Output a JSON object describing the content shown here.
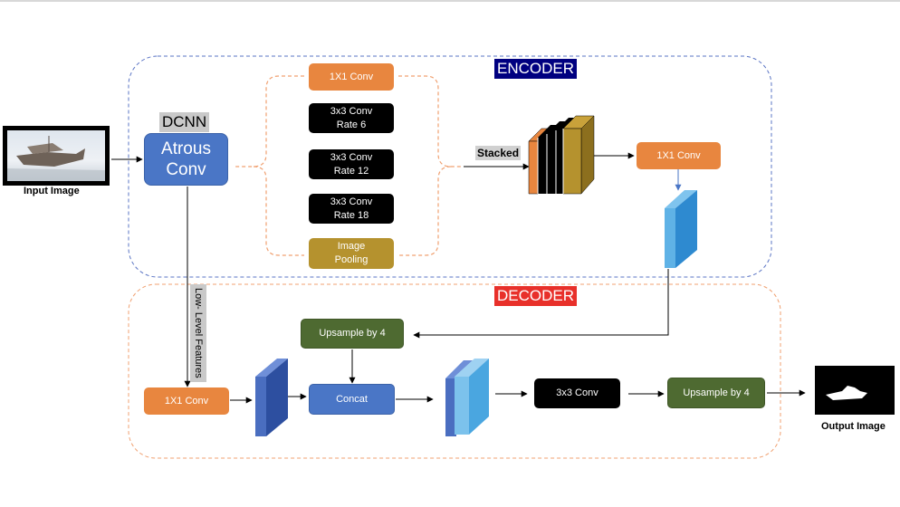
{
  "encoder": {
    "title": "ENCODER",
    "title_bg": "#000080",
    "dcnn_label": "DCNN",
    "atrous_label": "Atrous\nConv",
    "branches": [
      {
        "label": "1X1 Conv",
        "kind": "orange"
      },
      {
        "label": "3x3 Conv\nRate 6",
        "kind": "black"
      },
      {
        "label": "3x3 Conv\nRate 12",
        "kind": "black"
      },
      {
        "label": "3x3 Conv\nRate 18",
        "kind": "black"
      },
      {
        "label": "Image\nPooling",
        "kind": "gold"
      }
    ],
    "stacked_label": "Stacked",
    "conv1x1_label": "1X1 Conv"
  },
  "decoder": {
    "title": "DECODER",
    "title_bg": "#e8302a",
    "low_level_label": "Low- Level Features",
    "conv1x1_label": "1X1 Conv",
    "upsample_top_label": "Upsample by 4",
    "concat_label": "Concat",
    "conv3x3_label": "3x3 Conv",
    "upsample_out_label": "Upsample by 4"
  },
  "input_label": "Input Image",
  "output_label": "Output Image",
  "colors": {
    "orange": "#e8863f",
    "green": "#4e6a31",
    "blue": "#4a76c6",
    "encoder_border": "#5a74c4",
    "decoder_border": "#f0a070"
  }
}
